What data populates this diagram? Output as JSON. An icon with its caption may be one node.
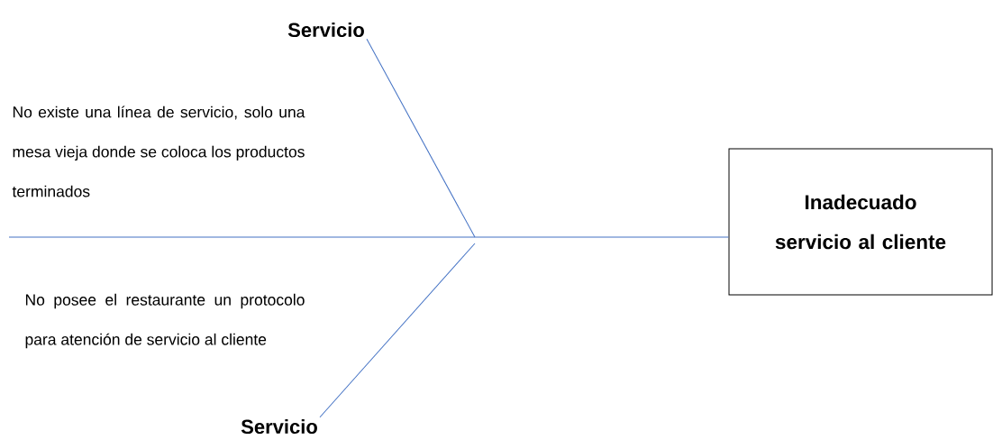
{
  "diagram": {
    "nodes": [
      {
        "text": [
          "Servicio"
        ]
      },
      {
        "text": [
          "No existe una línea de servicio, solo una mesa vieja donde se coloca los productos terminados"
        ]
      },
      {
        "text": [
          "No posee el restaurante un protocolo para atención de servicio al cliente"
        ]
      },
      {
        "text": [
          "Servicio"
        ]
      },
      {
        "text": [
          "Inadecuado servicio al cliente"
        ]
      }
    ],
    "edges": [
      {
        "from": 0,
        "to": null,
        "arrow": "none",
        "color": "#4472c4"
      },
      {
        "from": 3,
        "to": null,
        "arrow": "none",
        "color": "#4472c4"
      },
      {
        "from": null,
        "to": 4,
        "arrow": "none",
        "color": "#4472c4"
      }
    ]
  }
}
